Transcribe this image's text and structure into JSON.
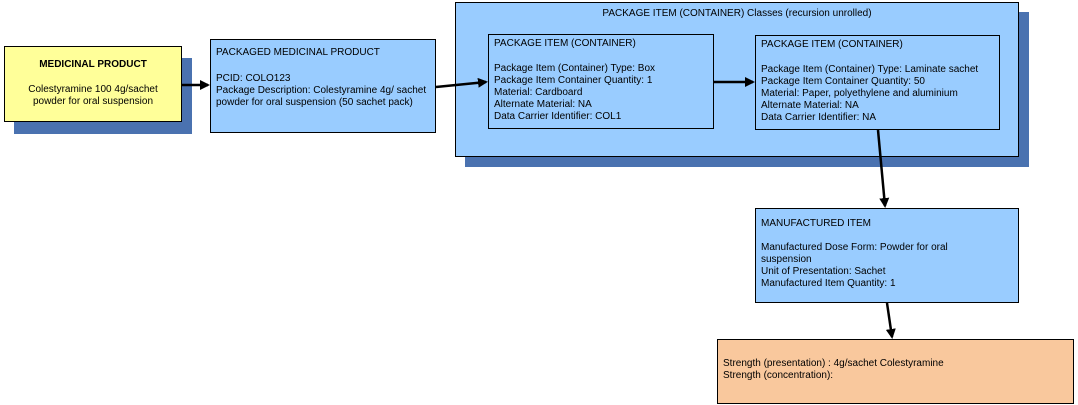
{
  "medicinal_product": {
    "title": "MEDICINAL PRODUCT",
    "description": "Colestyramine 100 4g/sachet powder for oral suspension"
  },
  "packaged_medicinal_product": {
    "title": "PACKAGED MEDICINAL PRODUCT",
    "pcid": "PCID: COLO123",
    "description": "Package Description: Colestyramine 4g/ sachet powder for oral suspension (50 sachet pack)"
  },
  "container_group": {
    "title": "PACKAGE ITEM (CONTAINER) Classes (recursion unrolled)"
  },
  "package_item_outer": {
    "title": "PACKAGE ITEM (CONTAINER)",
    "lines": [
      "Package Item (Container) Type: Box",
      "Package Item Container Quantity: 1",
      "Material: Cardboard",
      "Alternate Material: NA",
      "Data Carrier Identifier: COL1"
    ]
  },
  "package_item_inner": {
    "title": "PACKAGE ITEM (CONTAINER)",
    "lines": [
      "Package Item (Container) Type: Laminate sachet",
      "Package Item Container Quantity: 50",
      "Material: Paper, polyethylene and aluminium",
      "Alternate Material: NA",
      "Data Carrier Identifier: NA"
    ]
  },
  "manufactured_item": {
    "title": "MANUFACTURED ITEM",
    "dose_form": "Manufactured Dose Form: Powder for oral suspension",
    "unit": "Unit of Presentation: Sachet",
    "quantity": "Manufactured Item Quantity: 1"
  },
  "strength": {
    "presentation": "Strength (presentation) : 4g/sachet Colestyramine",
    "concentration": "Strength (concentration):"
  },
  "colors": {
    "blue_box": "#99ccff",
    "shadow": "#4a72b0",
    "yellow_box": "#ffff99",
    "orange_box": "#f9c89d"
  }
}
